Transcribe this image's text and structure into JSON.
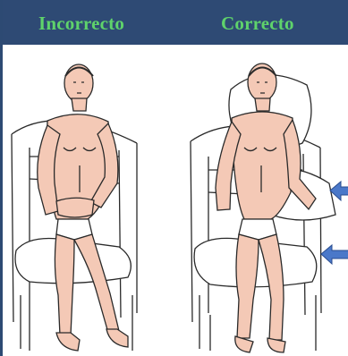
{
  "header": {
    "left_title": "Incorrecto",
    "right_title": "Correcto"
  },
  "colors": {
    "header_bg": "#2e4a74",
    "title_text": "#5fd36b",
    "skin": "#f4c9b6",
    "outline": "#2a2a2a",
    "arrow": "#4a78c9"
  },
  "illustrations": {
    "left": "man-slumped-in-chair",
    "right": "man-seated-with-pillow-support"
  },
  "icons": [
    "arrow-left-icon",
    "arrow-left-icon"
  ]
}
